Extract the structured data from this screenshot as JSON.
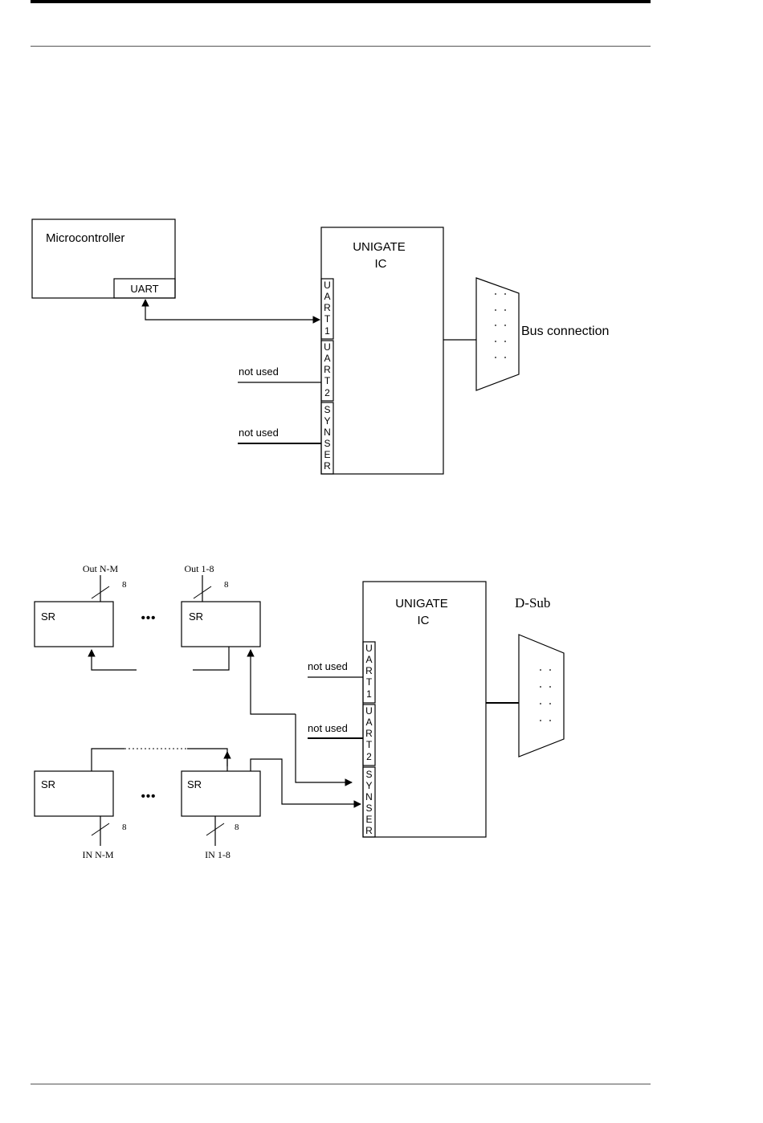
{
  "diagram1": {
    "microcontroller_label": "Microcontroller",
    "uart_label": "UART",
    "unigate_line1": "UNIGATE",
    "unigate_line2": "IC",
    "port1_chars": [
      "U",
      "A",
      "R",
      "T",
      "1"
    ],
    "port2_chars": [
      "U",
      "A",
      "R",
      "T",
      "2"
    ],
    "port3_chars": [
      "S",
      "Y",
      "N",
      "S",
      "E",
      "R"
    ],
    "not_used_1": "not used",
    "not_used_2": "not used",
    "bus_connection": "Bus connection"
  },
  "diagram2": {
    "out_nm": "Out N-M",
    "out_18": "Out 1-8",
    "bus_width_out_nm": "8",
    "bus_width_out_18": "8",
    "sr_top_left": "SR",
    "sr_top_right": "SR",
    "sr_bottom_left": "SR",
    "sr_bottom_right": "SR",
    "ellipsis_top": "•••",
    "ellipsis_bottom": "•••",
    "unigate_line1": "UNIGATE",
    "unigate_line2": "IC",
    "port1_chars": [
      "U",
      "A",
      "R",
      "T",
      "1"
    ],
    "port2_chars": [
      "U",
      "A",
      "R",
      "T",
      "2"
    ],
    "port3_chars": [
      "S",
      "Y",
      "N",
      "S",
      "E",
      "R"
    ],
    "not_used_1": "not used",
    "not_used_2": "not used",
    "dsub_label": "D-Sub",
    "in_nm": "IN N-M",
    "in_18": "IN 1-8",
    "bus_width_in_nm": "8",
    "bus_width_in_18": "8"
  }
}
